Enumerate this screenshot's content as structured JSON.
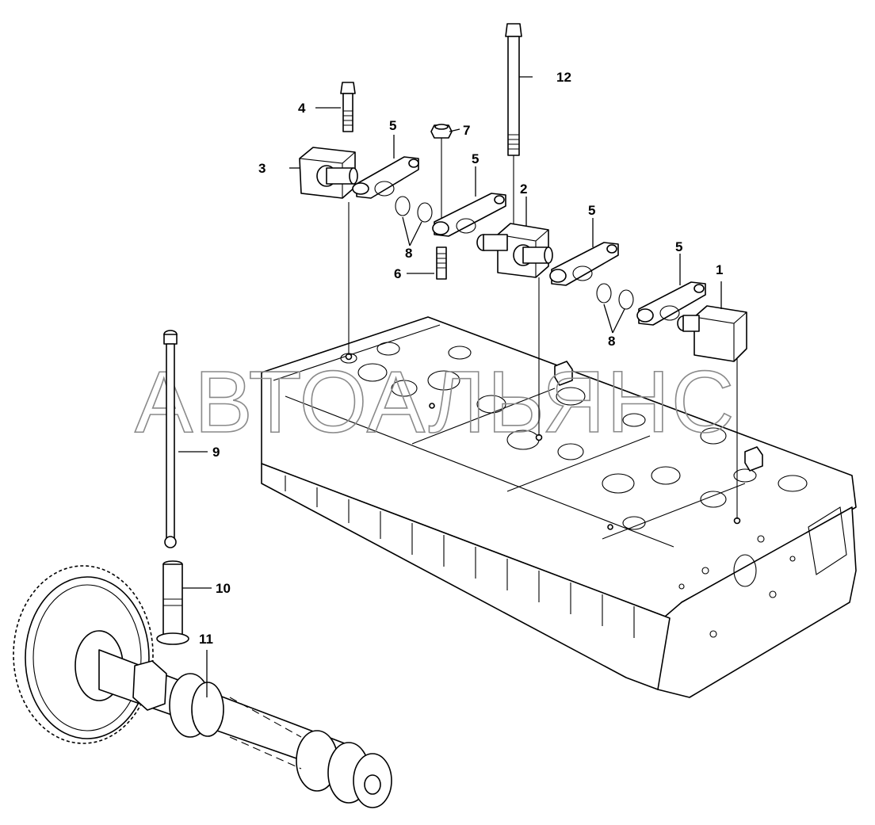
{
  "diagram": {
    "watermark": "АВТОАЛЬЯНС",
    "callouts": [
      "1",
      "2",
      "3",
      "4",
      "5",
      "5",
      "5",
      "5",
      "6",
      "7",
      "8",
      "8",
      "9",
      "10",
      "11",
      "12"
    ],
    "parts": [
      {
        "number": "1"
      },
      {
        "number": "2"
      },
      {
        "number": "3"
      },
      {
        "number": "4"
      },
      {
        "number": "5"
      },
      {
        "number": "6"
      },
      {
        "number": "7"
      },
      {
        "number": "8"
      },
      {
        "number": "9"
      },
      {
        "number": "10"
      },
      {
        "number": "11"
      },
      {
        "number": "12"
      }
    ]
  }
}
